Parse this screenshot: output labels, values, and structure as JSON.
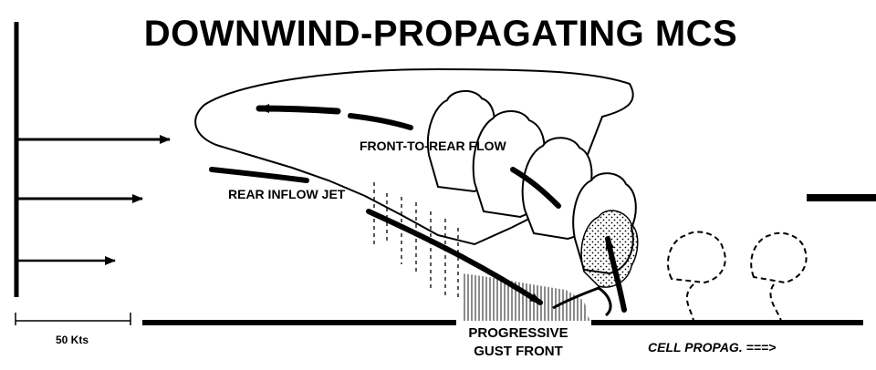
{
  "diagram": {
    "title": "DOWNWIND-PROPAGATING MCS",
    "labels": {
      "front_to_rear_flow": "FRONT-TO-REAR FLOW",
      "rear_inflow_jet": "REAR INFLOW JET",
      "gust_front_line1": "PROGRESSIVE",
      "gust_front_line2": "GUST FRONT",
      "cell_propagation": "CELL PROPAG. ===>"
    },
    "scale_label": "50 Kts"
  }
}
